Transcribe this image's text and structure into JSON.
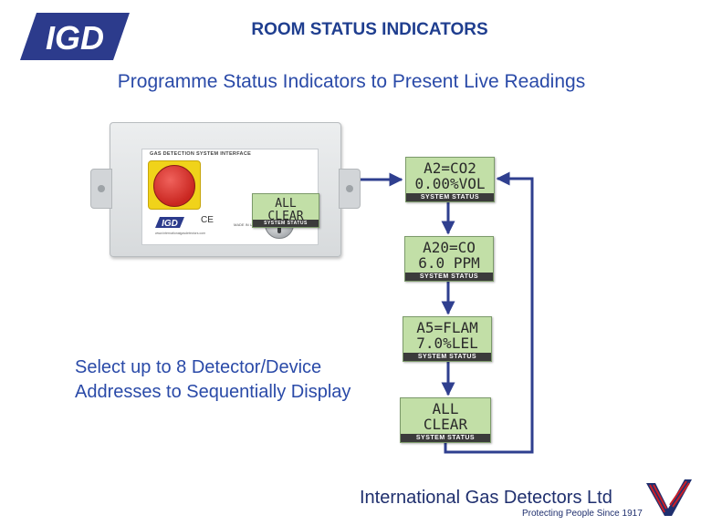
{
  "header": {
    "logo_text": "IGD",
    "title": "ROOM STATUS INDICATORS",
    "subtitle": "Programme Status Indicators to Present Live Readings"
  },
  "side_note": {
    "line1": "Select up to 8 Detector/Device",
    "line2": "Addresses to Sequentially Display"
  },
  "panel": {
    "caption": "GAS DETECTION SYSTEM INTERFACE",
    "mini_logo": "IGD",
    "ce": "CE",
    "made_in": "MADE IN UK",
    "website": "www.internationalgasdetectors.com",
    "key_mark": "I",
    "display": {
      "line1": "ALL",
      "line2": "CLEAR",
      "caption": "SYSTEM STATUS"
    }
  },
  "displays": [
    {
      "line1": "A2=CO2",
      "line2": "0.00%VOL",
      "caption": "SYSTEM STATUS"
    },
    {
      "line1": "A20=CO",
      "line2": "6.0 PPM",
      "caption": "SYSTEM STATUS"
    },
    {
      "line1": "A5=FLAM",
      "line2": "7.0%LEL",
      "caption": "SYSTEM STATUS"
    },
    {
      "line1": "ALL",
      "line2": "CLEAR",
      "caption": "SYSTEM STATUS"
    }
  ],
  "footer": {
    "company": "International Gas Detectors Ltd",
    "tagline": "Protecting People Since 1917"
  },
  "colors": {
    "brand_blue": "#1f3e8f",
    "text_blue": "#2a4aa8",
    "arrow": "#2f3f8f",
    "lcd_green": "#c2dfa7"
  }
}
